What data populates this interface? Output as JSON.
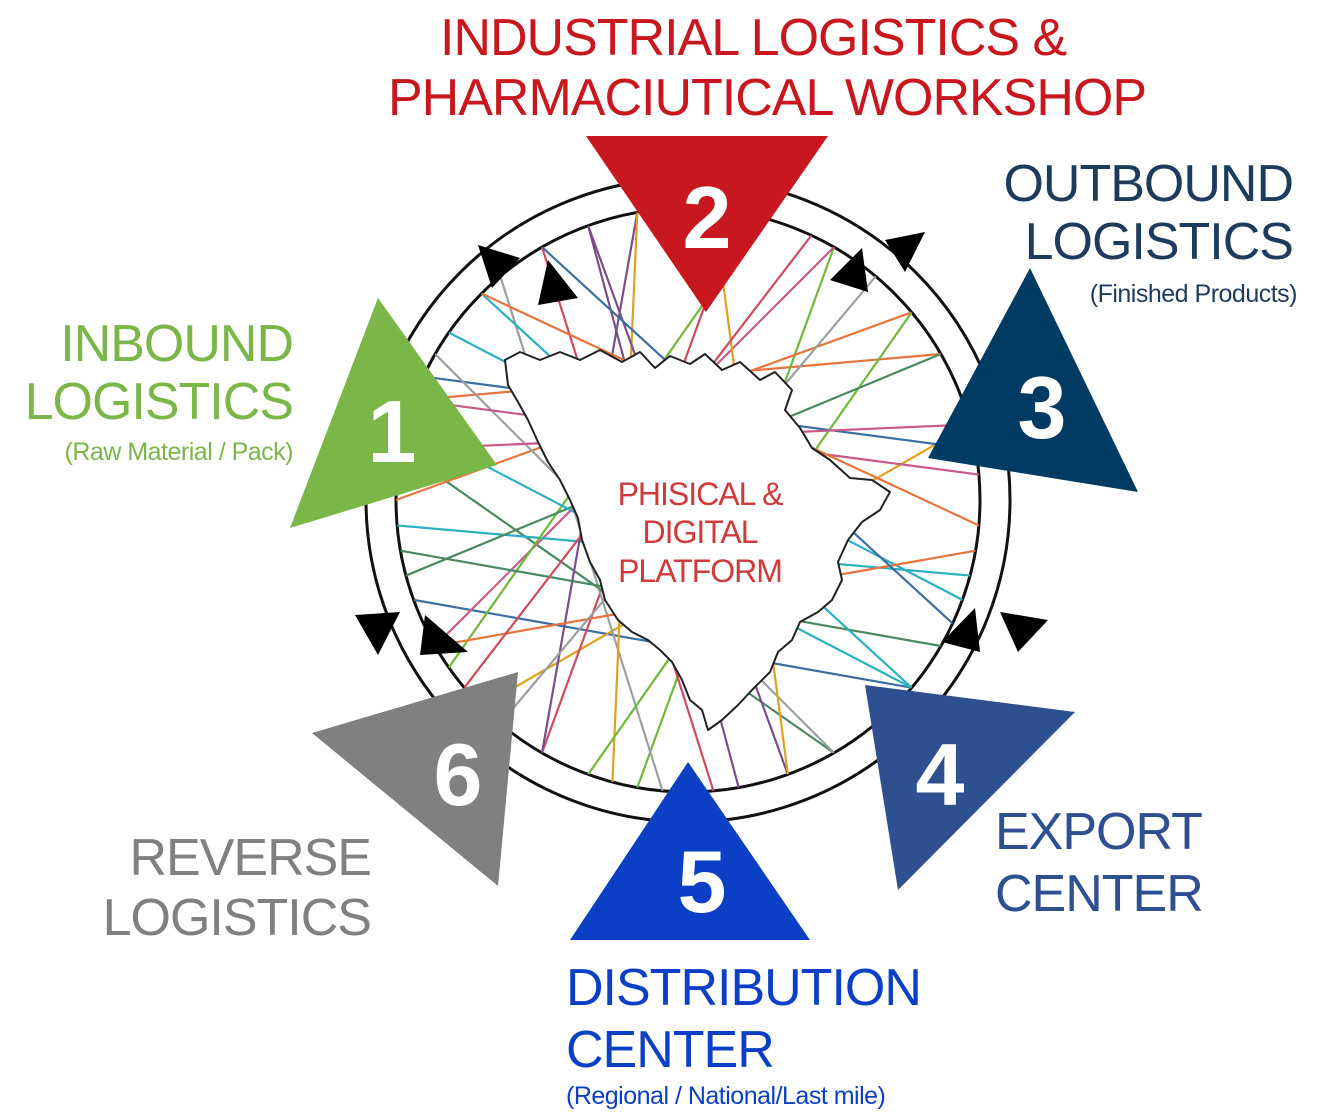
{
  "nodes": [
    {
      "id": "1",
      "number": "1",
      "title": [
        "INBOUND",
        "LOGISTICS"
      ],
      "subtitle": "(Raw Material / Pack)",
      "color": "#7ab648"
    },
    {
      "id": "2",
      "number": "2",
      "title": [
        "INDUSTRIAL LOGISTICS &",
        "PHARMACIUTICAL WORKSHOP"
      ],
      "subtitle": "",
      "color": "#c8171e"
    },
    {
      "id": "3",
      "number": "3",
      "title": [
        "OUTBOUND",
        "LOGISTICS"
      ],
      "subtitle": "(Finished Products)",
      "color": "#1d3b5c"
    },
    {
      "id": "4",
      "number": "4",
      "title": [
        "EXPORT",
        "CENTER"
      ],
      "subtitle": "",
      "color": "#2e5090"
    },
    {
      "id": "5",
      "number": "5",
      "title": [
        "DISTRIBUTION",
        "CENTER"
      ],
      "subtitle": "(Regional / National/Last mile)",
      "color": "#0b3fc6"
    },
    {
      "id": "6",
      "number": "6",
      "title": [
        "REVERSE",
        "LOGISTICS"
      ],
      "subtitle": "",
      "color": "#808080"
    }
  ],
  "center": {
    "lines": [
      "PHISICAL &",
      "DIGITAL",
      "PLATFORM"
    ],
    "color": "#d03a3a"
  },
  "network_colors": [
    "#e8743b",
    "#2ab0c0",
    "#7a4e8a",
    "#6fb83a",
    "#3a6fa0",
    "#e0a020",
    "#d04a60",
    "#9aa0a0",
    "#4a8a60",
    "#c85a8a"
  ]
}
